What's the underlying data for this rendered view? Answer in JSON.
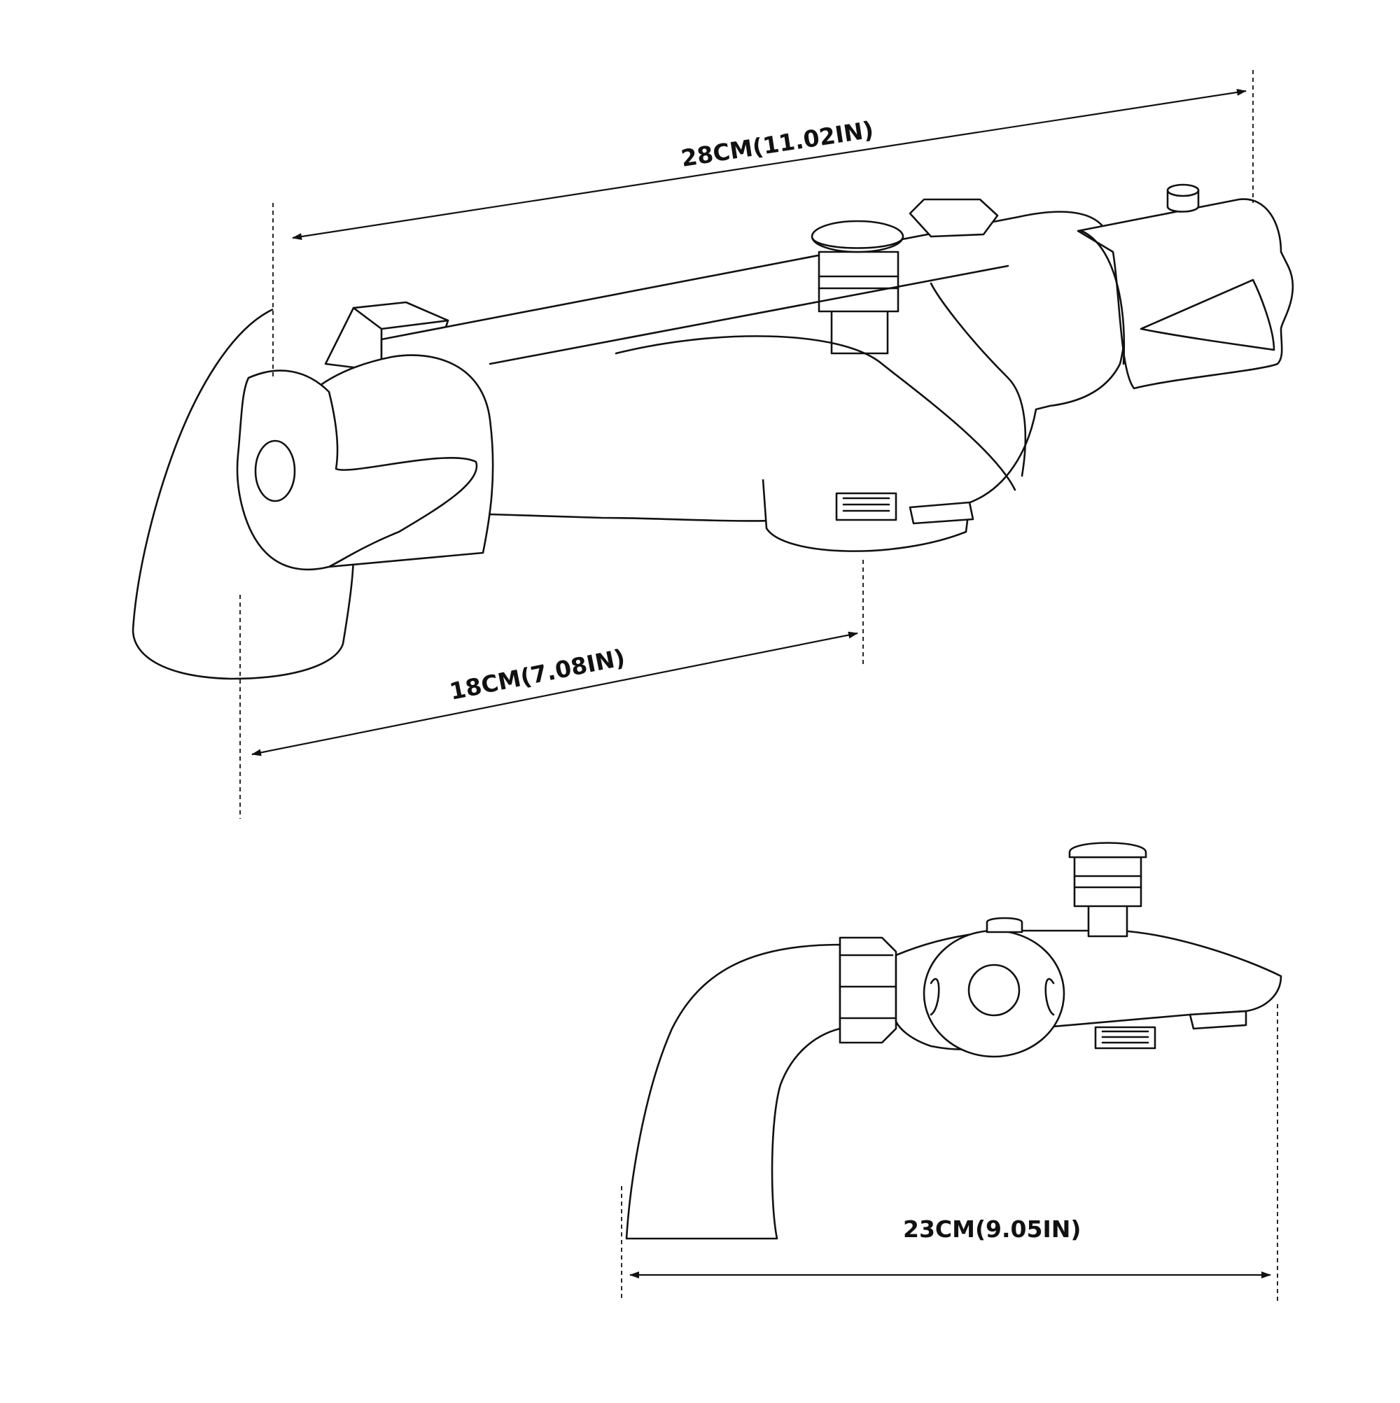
{
  "drawing": {
    "dimensions": {
      "total_length": "28CM(11.02IN)",
      "outlet_spacing": "18CM(7.08IN)",
      "spout_length": "23CM(9.05IN)"
    }
  }
}
